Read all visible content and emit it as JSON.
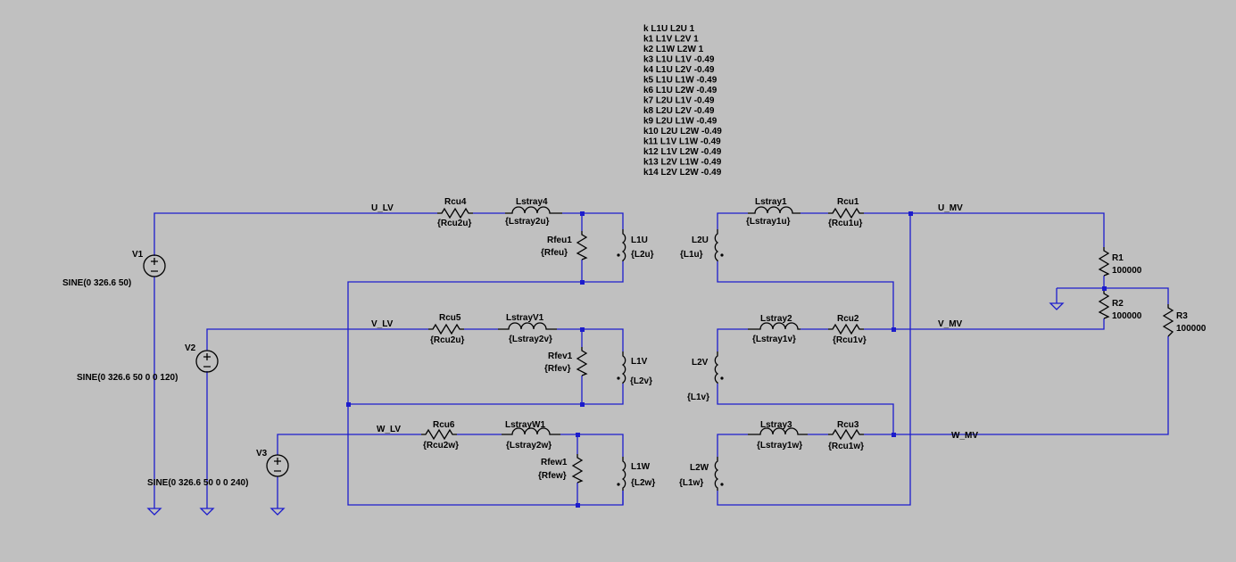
{
  "directives": [
    "k L1U L2U 1",
    "k1 L1V L2V 1",
    "k2 L1W L2W 1",
    "k3 L1U L1V -0.49",
    "k4 L1U L2V -0.49",
    "k5 L1U L1W -0.49",
    "k6 L1U L2W -0.49",
    "k7 L2U L1V -0.49",
    "k8 L2U L2V -0.49",
    "k9 L2U L1W -0.49",
    "k10 L2U L2W -0.49",
    "k11 L1V L1W -0.49",
    "k12 L1V L2W -0.49",
    "k13 L2V L1W -0.49",
    "k14 L2V L2W -0.49"
  ],
  "nets": {
    "u_lv": "U_LV",
    "v_lv": "V_LV",
    "w_lv": "W_LV",
    "u_mv": "U_MV",
    "v_mv": "V_MV",
    "w_mv": "W_MV"
  },
  "sources": {
    "v1": {
      "name": "V1",
      "value": "SINE(0 326.6 50)"
    },
    "v2": {
      "name": "V2",
      "value": "SINE(0 326.6 50 0 0 120)"
    },
    "v3": {
      "name": "V3",
      "value": "SINE(0 326.6 50 0 0 240)"
    }
  },
  "components": {
    "rcu4": {
      "name": "Rcu4",
      "value": "{Rcu2u}"
    },
    "lstray4": {
      "name": "Lstray4",
      "value": "{Lstray2u}"
    },
    "rfeu1": {
      "name": "Rfeu1",
      "value": "{Rfeu}"
    },
    "l1u": {
      "name": "L1U",
      "value": "{L2u}"
    },
    "rcu5": {
      "name": "Rcu5",
      "value": "{Rcu2u}"
    },
    "lstrayv1": {
      "name": "LstrayV1",
      "value": "{Lstray2v}"
    },
    "rfev1": {
      "name": "Rfev1",
      "value": "{Rfev}"
    },
    "l1v": {
      "name": "L1V",
      "value": "{L2v}"
    },
    "rcu6": {
      "name": "Rcu6",
      "value": "{Rcu2w}"
    },
    "lstrayw1": {
      "name": "LstrayW1",
      "value": "{Lstray2w}"
    },
    "rfew1": {
      "name": "Rfew1",
      "value": "{Rfew}"
    },
    "l1w": {
      "name": "L1W",
      "value": "{L2w}"
    },
    "lstray1": {
      "name": "Lstray1",
      "value": "{Lstray1u}"
    },
    "rcu1": {
      "name": "Rcu1",
      "value": "{Rcu1u}"
    },
    "l2u": {
      "name": "L2U",
      "value": "{L1u}"
    },
    "lstray2": {
      "name": "Lstray2",
      "value": "{Lstray1v}"
    },
    "rcu2": {
      "name": "Rcu2",
      "value": "{Rcu1v}"
    },
    "l2v": {
      "name": "L2V",
      "value": "{L1v}"
    },
    "lstray3": {
      "name": "Lstray3",
      "value": "{Lstray1w}"
    },
    "rcu3": {
      "name": "Rcu3",
      "value": "{Rcu1w}"
    },
    "l2w": {
      "name": "L2W",
      "value": "{L1w}"
    },
    "r1": {
      "name": "R1",
      "value": "100000"
    },
    "r2": {
      "name": "R2",
      "value": "100000"
    },
    "r3": {
      "name": "R3",
      "value": "100000"
    }
  }
}
